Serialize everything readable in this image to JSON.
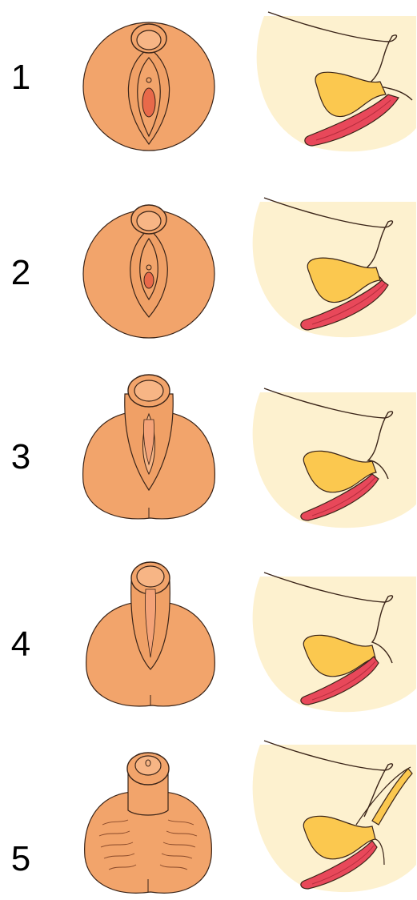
{
  "stages": [
    {
      "number": "1"
    },
    {
      "number": "2"
    },
    {
      "number": "3"
    },
    {
      "number": "4"
    },
    {
      "number": "5"
    }
  ],
  "colors": {
    "skin": "#f2a46b",
    "skin_dark": "#e8935b",
    "outline": "#3a2418",
    "section_bg": "#fdf1cf",
    "organ_yellow": "#fbc84f",
    "urethra_red": "#e8485a"
  }
}
